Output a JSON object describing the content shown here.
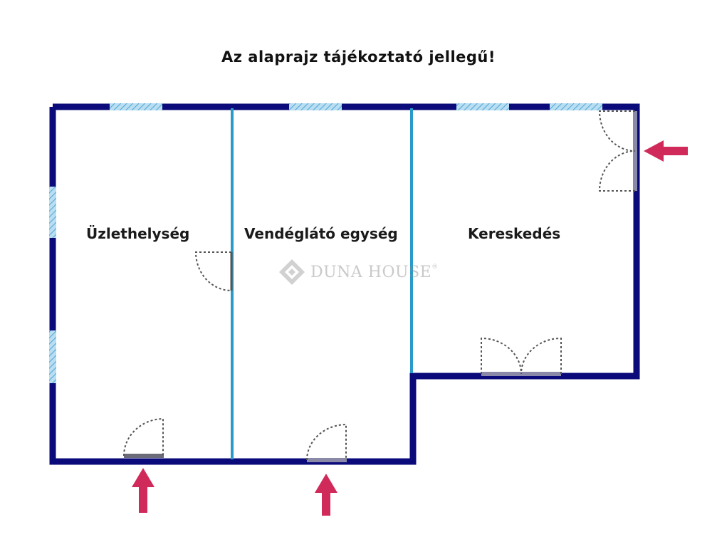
{
  "title": "Az alaprajz tájékoztató jellegű!",
  "rooms": [
    {
      "label": "Üzlethelység"
    },
    {
      "label": "Vendéglátó egység"
    },
    {
      "label": "Kereskedés"
    }
  ],
  "watermark": {
    "text": "DUNA HOUSE",
    "mark": "®"
  },
  "colors": {
    "wall": "#0a0a7a",
    "partition": "#2a9ac8",
    "window": "#8ec9e8",
    "door_swing": "#555555",
    "arrow": "#d02a5a"
  },
  "icons": [
    "entrance-arrow-icon",
    "door-swing-icon",
    "window-icon",
    "diamond-logo-icon"
  ]
}
